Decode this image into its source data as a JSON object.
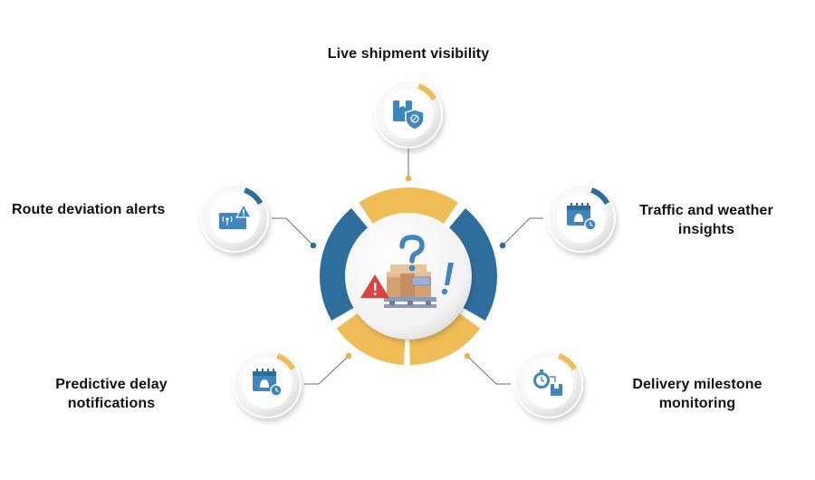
{
  "diagram": {
    "colors": {
      "yellow": "#F0BC55",
      "blue": "#2E6E9C",
      "icon_blue": "#3F86BF",
      "warning_red": "#D9443E",
      "box_tan": "#D9A878",
      "text": "#111111"
    },
    "center": {
      "icon": "package-question-alert-icon"
    },
    "features": [
      {
        "key": "top",
        "label": "Live shipment visibility",
        "icon": "package-shield-icon"
      },
      {
        "key": "left",
        "label": "Route deviation alerts",
        "icon": "signal-warning-icon"
      },
      {
        "key": "right",
        "label": "Traffic and weather\ninsights",
        "icon": "calendar-clock-icon"
      },
      {
        "key": "bottom-left",
        "label": "Predictive delay\nnotifications",
        "icon": "calendar-bell-clock-icon"
      },
      {
        "key": "bottom-right",
        "label": "Delivery milestone\nmonitoring",
        "icon": "stopwatch-package-icon"
      }
    ]
  }
}
